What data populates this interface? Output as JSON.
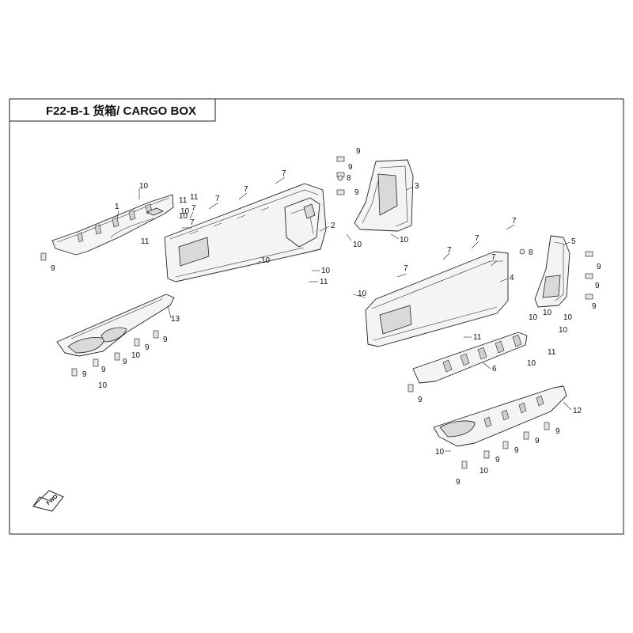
{
  "title": "F22-B-1 货箱/ CARGO BOX",
  "fwd_label": "FWD",
  "callouts": {
    "c1": "1",
    "c2": "2",
    "c3": "3",
    "c4": "4",
    "c5": "5",
    "c6": "6",
    "c12": "12",
    "c13": "13",
    "c7a": "7",
    "c7b": "7",
    "c7c": "7",
    "c7d": "7",
    "c7e": "7",
    "c7f": "7",
    "c7g": "7",
    "c7h": "7",
    "c7i": "7",
    "c7j": "7",
    "c8a": "8",
    "c8b": "8",
    "c9a": "9",
    "c9b": "9",
    "c9c": "9",
    "c9d": "9",
    "c9e": "9",
    "c9f": "9",
    "c9g": "9",
    "c9h": "9",
    "c9i": "9",
    "c9j": "9",
    "c9k": "9",
    "c9l": "9",
    "c9m": "9",
    "c9n": "9",
    "c9o": "9",
    "c9p": "9",
    "c9q": "9",
    "c9r": "9",
    "c10a": "10",
    "c10b": "10",
    "c10c": "10",
    "c10d": "10",
    "c10e": "10",
    "c10f": "10",
    "c10g": "10",
    "c10h": "10",
    "c10i": "10",
    "c10j": "10",
    "c10k": "10",
    "c10l": "10",
    "c10m": "10",
    "c10n": "10",
    "c10o": "10",
    "c10p": "10",
    "c10q": "10",
    "c11a": "11",
    "c11b": "11",
    "c11c": "11",
    "c11d": "11",
    "c11e": "11",
    "c11f": "11"
  }
}
